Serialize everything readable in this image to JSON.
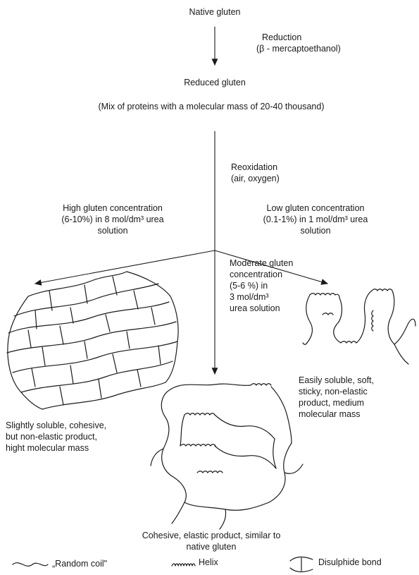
{
  "top": {
    "native": "Native gluten"
  },
  "reduction": {
    "label": "Reduction",
    "agent": "(β - mercaptoethanol)"
  },
  "reduced": {
    "title": "Reduced gluten",
    "note": "(Mix of proteins with a molecular mass of 20-40 thousand)"
  },
  "reoxidation": {
    "label": "Reoxidation",
    "agent": "(air, oxygen)"
  },
  "high": {
    "l1": "High gluten concentration",
    "l2": "(6-10%) in 8 mol/dm³ urea",
    "l3": "solution"
  },
  "low": {
    "l1": "Low gluten concentration",
    "l2": "(0.1-1%) in 1 mol/dm³ urea",
    "l3": "solution"
  },
  "moderate": {
    "l1": "Moderate gluten",
    "l2": "concentration",
    "l3": "(5-6 %) in",
    "l4": "3 mol/dm³",
    "l5": "urea solution"
  },
  "right_product": {
    "l1": "Easily soluble, soft,",
    "l2": "sticky, non-elastic",
    "l3": "product, medium",
    "l4": "molecular mass"
  },
  "left_product": {
    "l1": "Slightly soluble, cohesive,",
    "l2": "but non-elastic product,",
    "l3": "hight molecular mass"
  },
  "center_product": {
    "l1": "Cohesive, elastic product, similar to",
    "l2": "native gluten"
  },
  "legend": {
    "random_coil": "„Random coil\"",
    "helix": "Helix",
    "disulphide": "Disulphide bond"
  }
}
